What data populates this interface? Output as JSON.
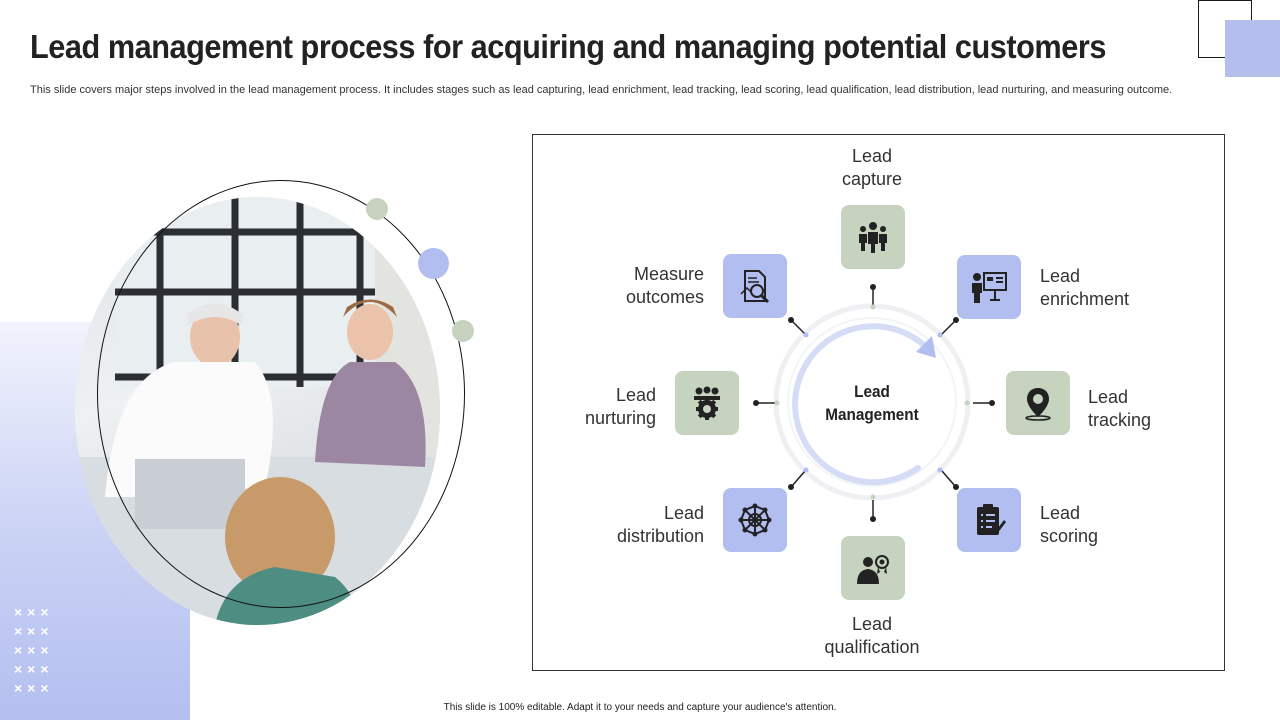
{
  "title": "Lead management process for acquiring and managing potential customers",
  "subtitle": "This slide covers major steps involved in the lead management process. It includes stages such as lead capturing, lead enrichment, lead tracking, lead scoring, lead qualification, lead distribution, lead nurturing, and measuring outcome.",
  "center_label_line1": "Lead",
  "center_label_line2": "Management",
  "stages": {
    "capture": {
      "line1": "Lead",
      "line2": "capture",
      "icon": "team-icon"
    },
    "enrichment": {
      "line1": "Lead",
      "line2": "enrichment",
      "icon": "presentation-icon"
    },
    "tracking": {
      "line1": "Lead",
      "line2": "tracking",
      "icon": "location-pin-icon"
    },
    "scoring": {
      "line1": "Lead",
      "line2": "scoring",
      "icon": "checklist-icon"
    },
    "qualification": {
      "line1": "Lead",
      "line2": "qualification",
      "icon": "businessman-award-icon"
    },
    "distribution": {
      "line1": "Lead",
      "line2": "distribution",
      "icon": "network-icon"
    },
    "nurturing": {
      "line1": "Lead",
      "line2": "nurturing",
      "icon": "group-gear-icon"
    },
    "measure": {
      "line1": "Measure",
      "line2": "outcomes",
      "icon": "analysis-document-icon"
    }
  },
  "footer": "This slide is 100% editable. Adapt it to your needs and capture your audience's attention.",
  "colors": {
    "accent_blue": "#b2bdf0",
    "accent_green": "#c6d3bf",
    "icon_dark": "#222222"
  }
}
